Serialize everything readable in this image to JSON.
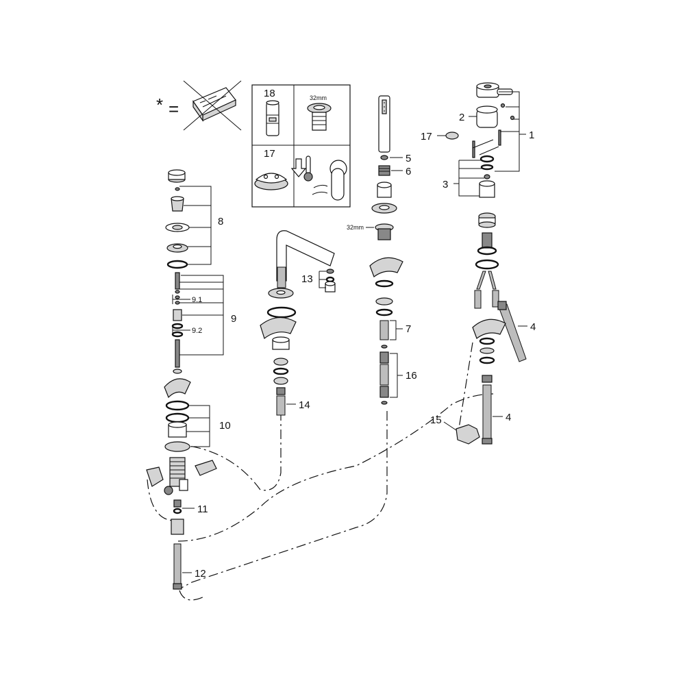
{
  "legend": {
    "asterisk": "*",
    "equals": "="
  },
  "inset_panel": {
    "part_18": "18",
    "part_17": "17",
    "size_label": "32mm"
  },
  "callouts": {
    "c1": "1",
    "c2": "2",
    "c3": "3",
    "c4a": "4",
    "c4b": "4",
    "c5": "5",
    "c6": "6",
    "c7": "7",
    "c8": "8",
    "c9": "9",
    "c9_1": "9.1",
    "c9_2": "9.2",
    "c10": "10",
    "c11": "11",
    "c12": "12",
    "c13": "13",
    "c14": "14",
    "c15": "15",
    "c16": "16",
    "c17": "17",
    "size_32mm": "32mm"
  }
}
